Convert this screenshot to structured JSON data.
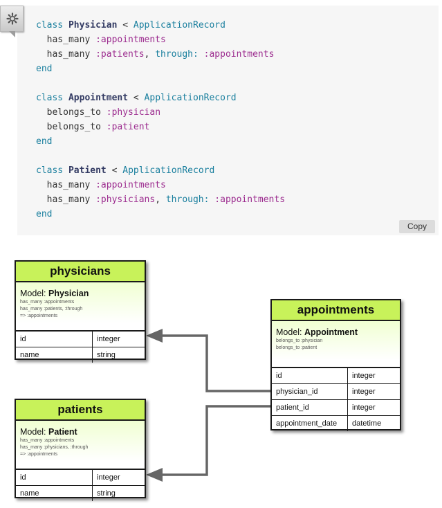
{
  "code": {
    "lines": [
      {
        "kw": "class ",
        "cls": "Physician",
        "op": " < ",
        "parent": "ApplicationRecord"
      },
      {
        "meth": "  has_many ",
        "sym": ":appointments"
      },
      {
        "meth": "  has_many ",
        "sym": ":patients",
        "rest": ", ",
        "opt": "through:",
        "sym2": " :appointments"
      },
      {
        "kw": "end"
      },
      {},
      {
        "kw": "class ",
        "cls": "Appointment",
        "op": " < ",
        "parent": "ApplicationRecord"
      },
      {
        "meth": "  belongs_to ",
        "sym": ":physician"
      },
      {
        "meth": "  belongs_to ",
        "sym": ":patient"
      },
      {
        "kw": "end"
      },
      {},
      {
        "kw": "class ",
        "cls": "Patient",
        "op": " < ",
        "parent": "ApplicationRecord"
      },
      {
        "meth": "  has_many ",
        "sym": ":appointments"
      },
      {
        "meth": "  has_many ",
        "sym": ":physicians",
        "rest": ", ",
        "opt": "through:",
        "sym2": " :appointments"
      },
      {
        "kw": "end"
      }
    ],
    "copy_label": "Copy"
  },
  "diagram": {
    "physicians": {
      "title": "physicians",
      "model_label": "Model: ",
      "model_name": "Physician",
      "assoc": [
        "has_many :appointments",
        "has_many :patients, :through",
        "=> :appointments"
      ],
      "rows": [
        {
          "name": "id",
          "type": "integer"
        },
        {
          "name": "name",
          "type": "string"
        }
      ]
    },
    "patients": {
      "title": "patients",
      "model_label": "Model: ",
      "model_name": "Patient",
      "assoc": [
        "has_many :appointments",
        "has_many :physicians, :through",
        "=> :appointments"
      ],
      "rows": [
        {
          "name": "id",
          "type": "integer"
        },
        {
          "name": "name",
          "type": "string"
        }
      ]
    },
    "appointments": {
      "title": "appointments",
      "model_label": "Model: ",
      "model_name": "Appointment",
      "assoc": [
        "belongs_to :physician",
        "belongs_to :patient"
      ],
      "rows": [
        {
          "name": "id",
          "type": "integer"
        },
        {
          "name": "physician_id",
          "type": "integer"
        },
        {
          "name": "patient_id",
          "type": "integer"
        },
        {
          "name": "appointment_date",
          "type": "datetime"
        }
      ]
    }
  },
  "colors": {
    "header_green": "#c8f25a",
    "code_bg": "#f6f6f6",
    "keyword": "#1a7f9e",
    "symbol": "#9c2c8f",
    "connector": "#666666"
  },
  "icons": {
    "code_badge": "gear-icon",
    "connector_end": "arrowhead-icon"
  }
}
